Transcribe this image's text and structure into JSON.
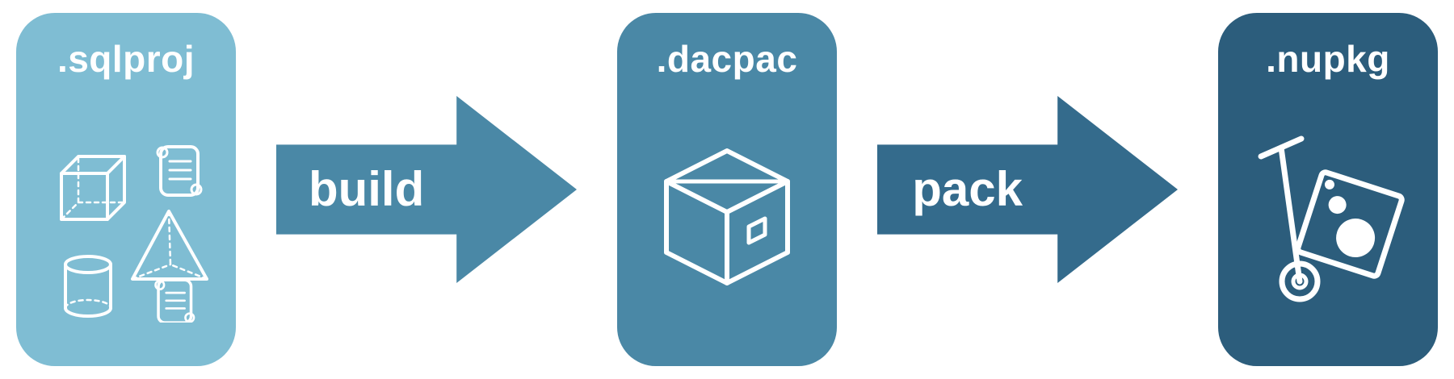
{
  "stages": [
    {
      "label": ".sqlproj",
      "icon": "sql-objects-icon",
      "color": "#7FBDD3"
    },
    {
      "label": ".dacpac",
      "icon": "package-box-icon",
      "color": "#4A88A6"
    },
    {
      "label": ".nupkg",
      "icon": "hand-truck-package-icon",
      "color": "#2C5D7C"
    }
  ],
  "arrows": [
    {
      "label": "build",
      "color": "#4A88A6"
    },
    {
      "label": "pack",
      "color": "#346B8C"
    }
  ]
}
